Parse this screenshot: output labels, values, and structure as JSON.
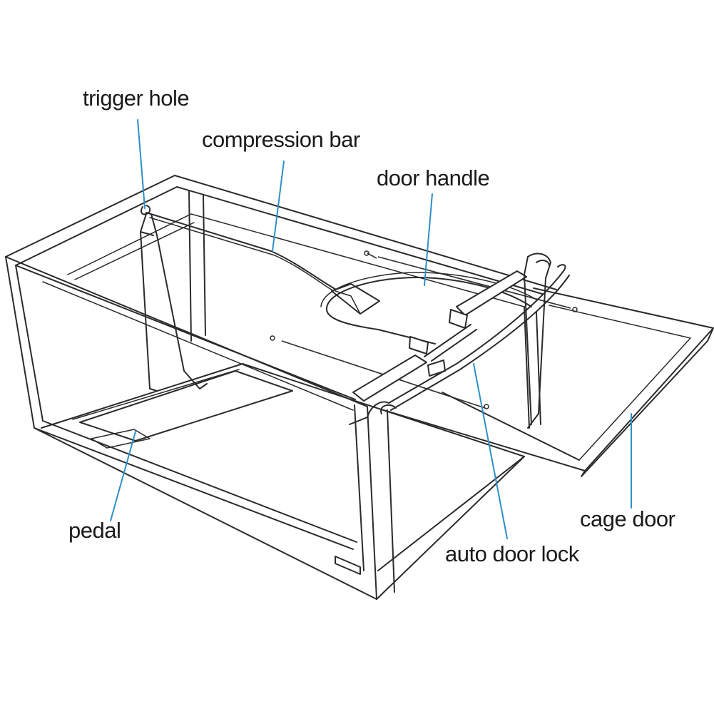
{
  "labels": {
    "trigger_hole": "trigger hole",
    "compression_bar": "compression bar",
    "door_handle": "door handle",
    "cage_door": "cage door",
    "auto_door_lock": "auto door lock",
    "pedal": "pedal"
  },
  "colors": {
    "leader_line": "#2e8fc5",
    "outline": "#2b2b2b",
    "background": "#ffffff"
  }
}
